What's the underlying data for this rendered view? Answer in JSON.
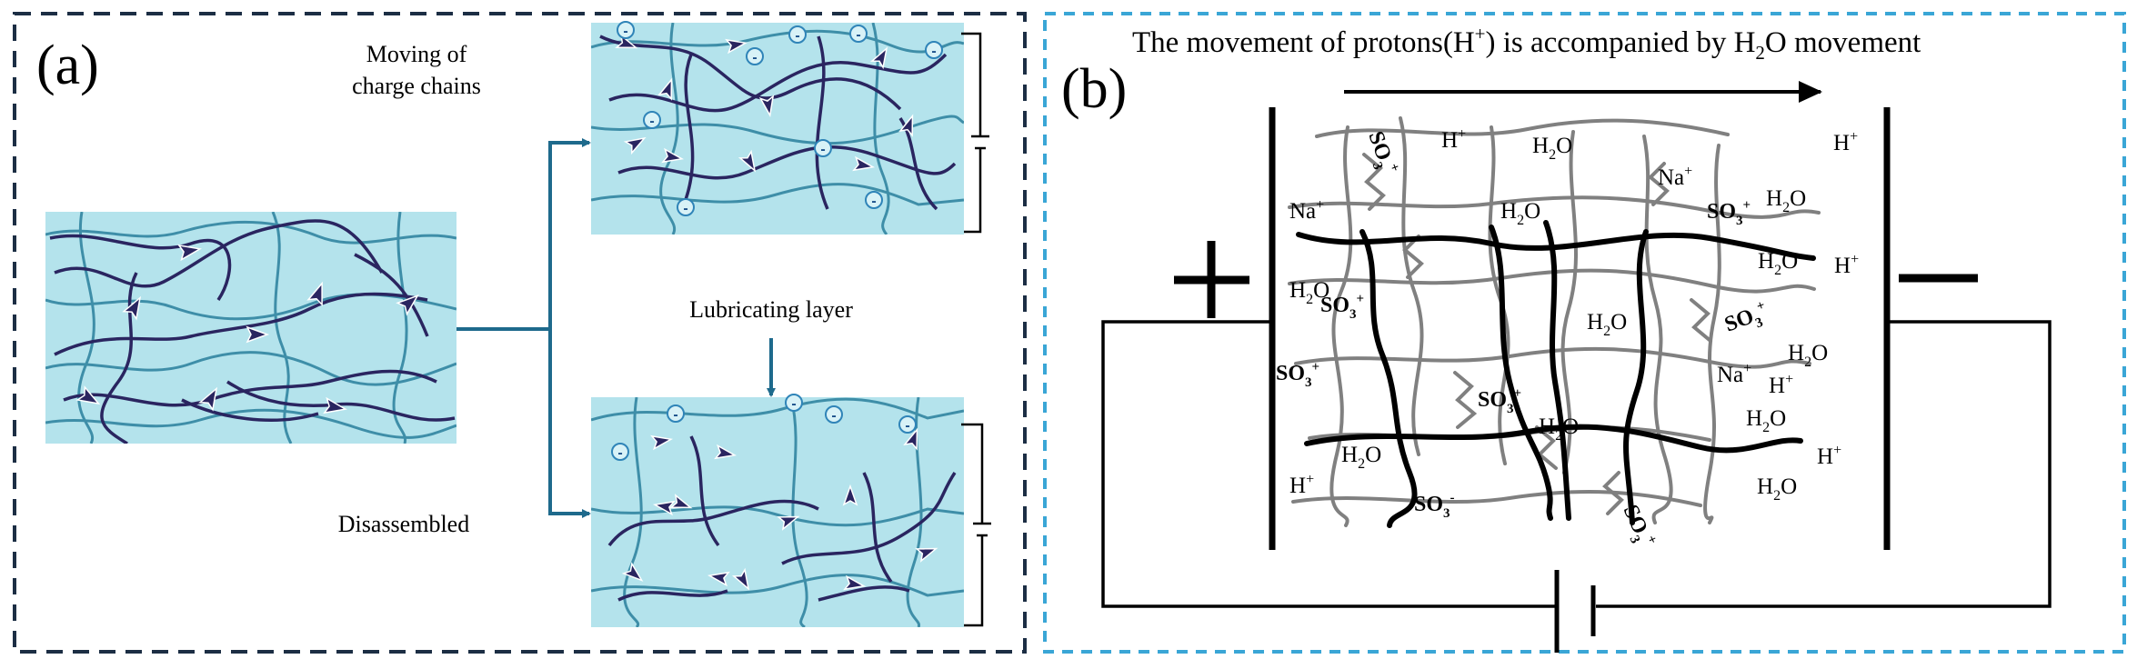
{
  "panel_a": {
    "label": "(a)",
    "moving_line1": "Moving of",
    "moving_line2": "charge chains",
    "lubricating": "Lubricating layer",
    "disassembled": "Disassembled",
    "minus_sign": "-"
  },
  "panel_b": {
    "label": "(b)",
    "title_prefix": "The movement of protons(H",
    "title_plus": "+",
    "title_mid": ") is accompanied by H",
    "title_sub": "2",
    "title_suffix": "O movement",
    "positive_sign": "+",
    "negative_sign": "—",
    "h_letter": "H",
    "plus": "+",
    "h2o_h": "H",
    "h2o_2": "2",
    "h2o_o": "O",
    "na": "Na",
    "so3_base": "SO",
    "so3_3": "3",
    "so3_charge": "+",
    "so3_charge_alt": "-"
  },
  "colors": {
    "panel_a_border": "#1c2e44",
    "panel_b_border": "#3aa6d6",
    "hydrogel_fill": "#b4e3ec",
    "chain_dark": "#2a2560",
    "chain_light": "#3e8ea8",
    "arrow_teal": "#1e6a8c",
    "network_gray": "#808080"
  }
}
